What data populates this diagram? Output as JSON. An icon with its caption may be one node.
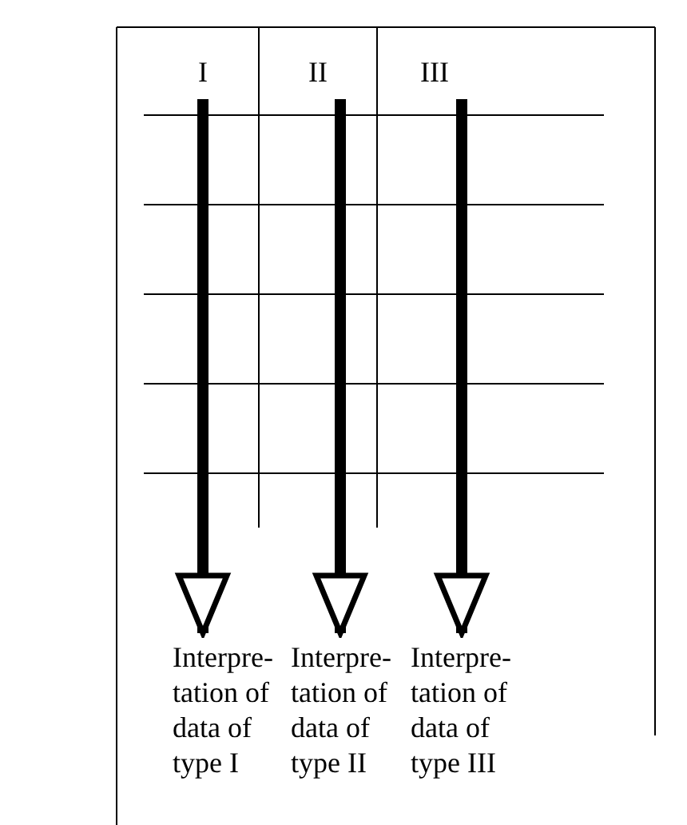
{
  "diagram": {
    "nodes": [
      {
        "text": [
          "I"
        ]
      },
      {
        "text": [
          "II"
        ]
      },
      {
        "text": [
          "III"
        ]
      },
      {
        "text": [
          "Interpre- tation of data of type I"
        ]
      },
      {
        "text": [
          "Interpre- tation of data of type II"
        ]
      },
      {
        "text": [
          "Interpre- tation of data of type III"
        ]
      }
    ],
    "edges": [
      {
        "from": 0,
        "to": 3,
        "arrow": "to"
      },
      {
        "from": 1,
        "to": 4,
        "arrow": "to"
      },
      {
        "from": 2,
        "to": 5,
        "arrow": "to"
      }
    ]
  }
}
